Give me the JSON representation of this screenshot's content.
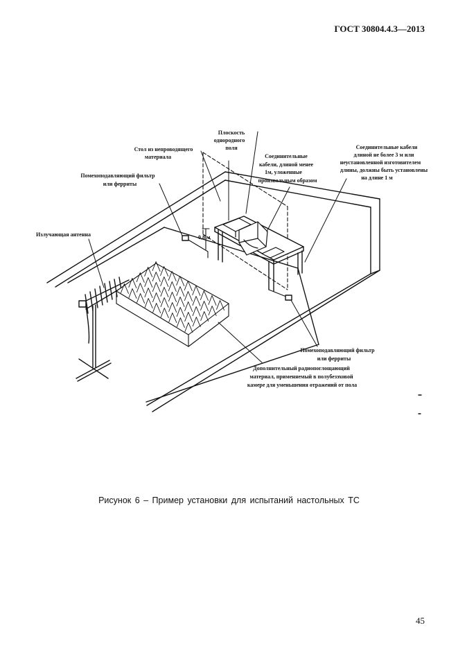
{
  "header": {
    "standard": "ГОСТ 30804.4.3—2013"
  },
  "figure": {
    "labels": {
      "uniform_plane": [
        "Плоскость",
        "однородного",
        "поля"
      ],
      "table": [
        "Стол из непроводящего",
        "материала"
      ],
      "cables_short": [
        "Соединительные",
        "кабели, длиной менее",
        "1м, уложенные",
        "произвольным образом"
      ],
      "cables_long": [
        "Соединительные кабели",
        "длиной   не более 3 м или",
        "неустановленной  изготовителем",
        "длины, должны быть установлены",
        "на длине 1 м"
      ],
      "filter_left": [
        "Помехоподавляющий фильтр",
        "или ферриты"
      ],
      "antenna": [
        "Излучающая антенна"
      ],
      "height": [
        "0,8 м"
      ],
      "filter_right": [
        "Помехоподавляющий фильтр",
        "или ферриты"
      ],
      "absorber": [
        "Дополнительный радиопоглощающий",
        "материал, применяемый в полубезэховой",
        "камере для уменьшения отражений от пола"
      ]
    }
  },
  "caption": "Рисунок 6  –   Пример  установки  для испытаний  настольных ТС",
  "page_number": "45"
}
